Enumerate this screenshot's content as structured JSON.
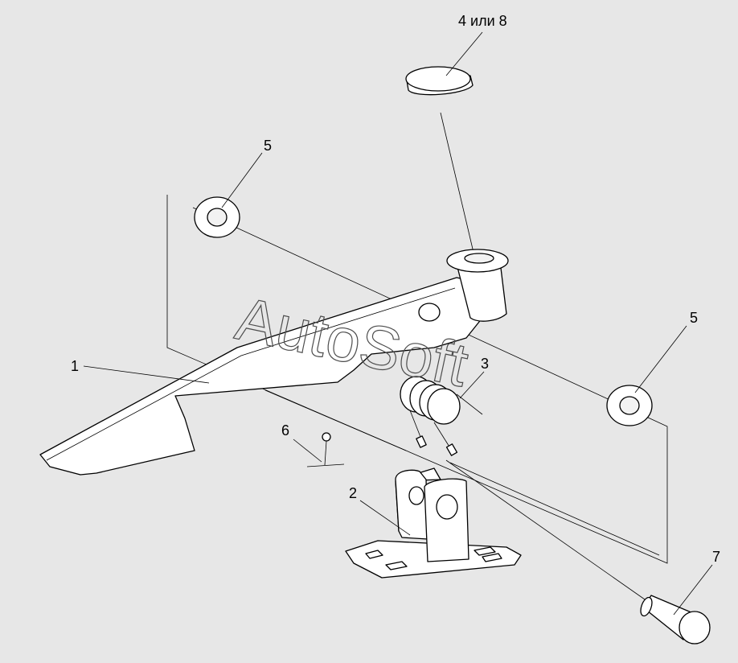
{
  "callouts": [
    {
      "id": "c1",
      "text": "1"
    },
    {
      "id": "c2",
      "text": "2"
    },
    {
      "id": "c3",
      "text": "3"
    },
    {
      "id": "c4",
      "text": "4 или 8"
    },
    {
      "id": "c5a",
      "text": "5"
    },
    {
      "id": "c5b",
      "text": "5"
    },
    {
      "id": "c6",
      "text": "6"
    },
    {
      "id": "c7",
      "text": "7"
    }
  ],
  "watermark": "AutoSoft",
  "colors": {
    "background": "#e7e7e7",
    "line": "#000000",
    "part_fill": "#ffffff"
  }
}
